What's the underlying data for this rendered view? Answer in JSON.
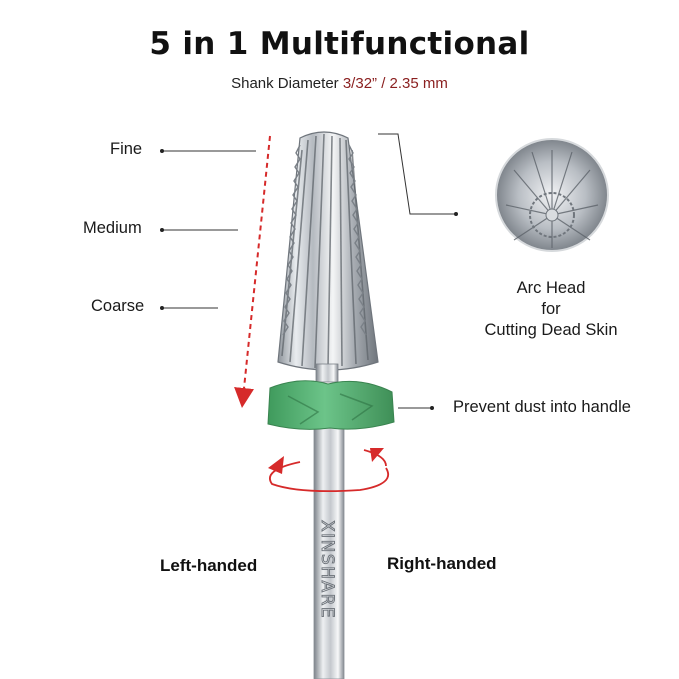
{
  "title": "5 in 1 Multifunctional",
  "subtitle": {
    "prefix": "Shank Diameter",
    "value": "3/32” / 2.35 mm"
  },
  "grit_labels": {
    "fine": "Fine",
    "medium": "Medium",
    "coarse": "Coarse"
  },
  "arc_head": {
    "line1": "Arc Head",
    "line2": "for",
    "line3": "Cutting Dead Skin"
  },
  "dust_label": "Prevent dust into handle",
  "handedness": {
    "left": "Left-handed",
    "right": "Right-handed"
  },
  "brand": "XINSHARE",
  "colors": {
    "accent_red": "#d62a2a",
    "guard_green": "#5cb877",
    "subtitle_accent": "#8a1f1f"
  }
}
